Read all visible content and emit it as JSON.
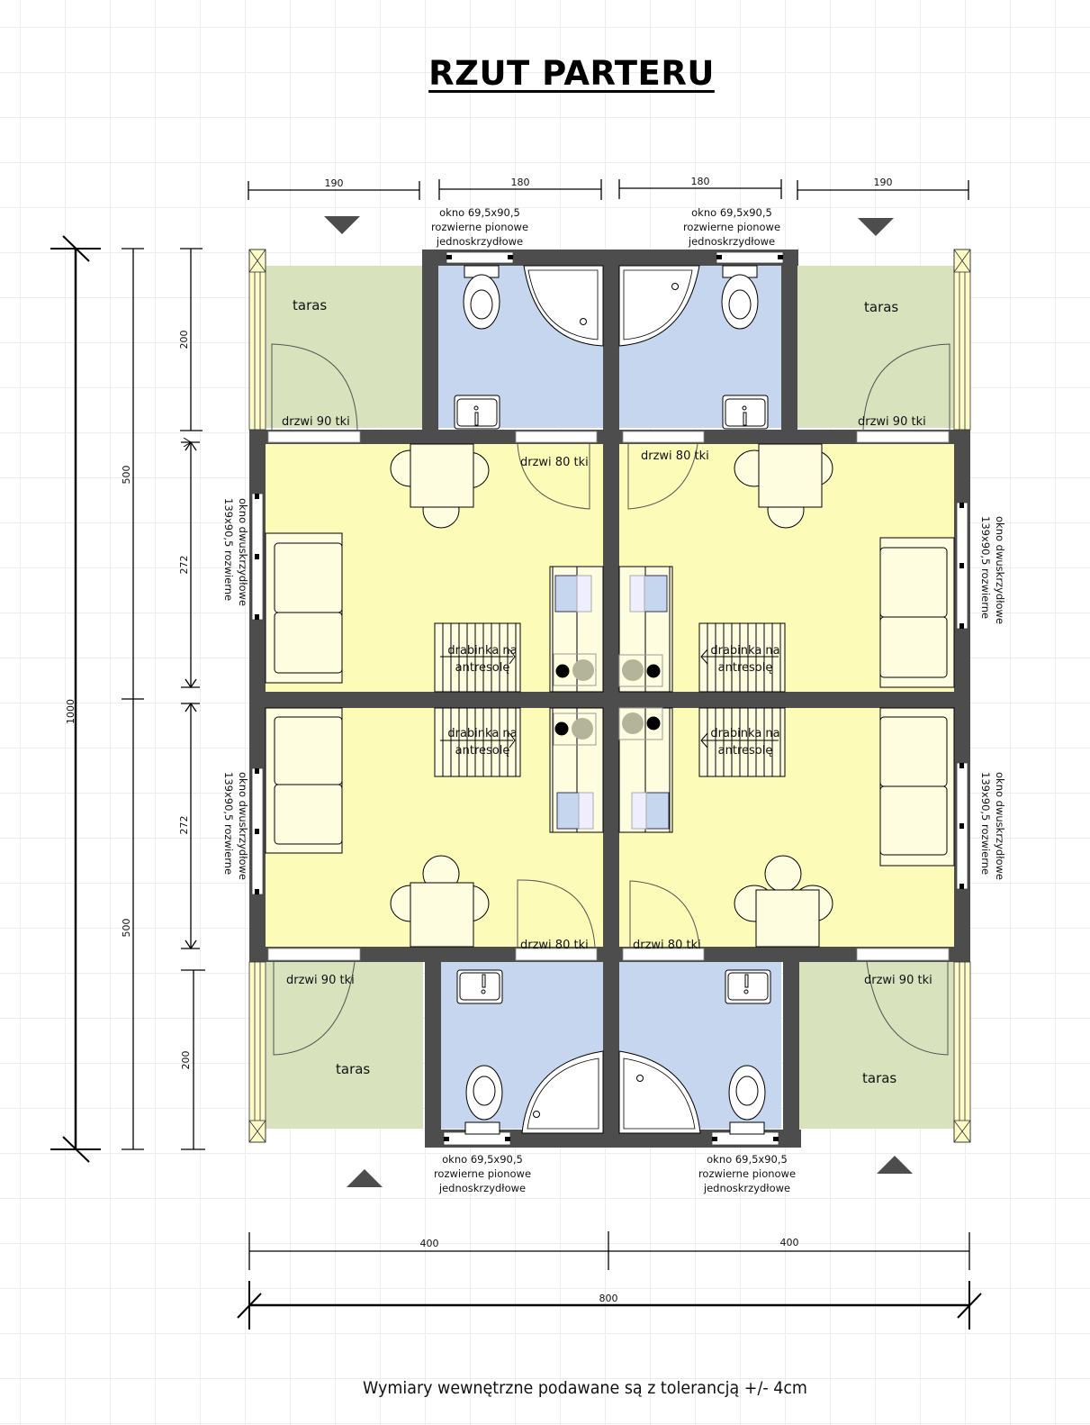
{
  "title": "RZUT PARTERU",
  "footnote": "Wymiary wewnętrzne podawane są z tolerancją +/- 4cm",
  "colors": {
    "wall": "#4d4d4d",
    "terrace": "#d8e2bd",
    "bathroom": "#c5d6ee",
    "living": "#fdfbb8",
    "furniture": "#fffde0",
    "arrow": "#4d4d4d"
  },
  "dimensions": {
    "top": [
      "190",
      "180",
      "180",
      "190"
    ],
    "bottom_halves": [
      "400",
      "400"
    ],
    "bottom_total": "800",
    "left_total": "1000",
    "left_halves": [
      "500",
      "500"
    ],
    "left_segments": [
      "200",
      "272",
      "272",
      "200"
    ]
  },
  "window_notes": {
    "bathroom_window": [
      "okno 69,5x90,5",
      "rozwierne pionowe",
      "jednoskrzydłowe"
    ],
    "side_window": [
      "okno dwuskrzydłowe",
      "139x90,5 rozwierne"
    ]
  },
  "rooms": {
    "terrace": "taras",
    "door_terrace": "drzwi 90 tki",
    "door_bathroom": "drzwi 80 tki",
    "ladder": [
      "drabinka na",
      "antresolę"
    ]
  },
  "units": [
    {
      "id": "top-left"
    },
    {
      "id": "top-right"
    },
    {
      "id": "bottom-left"
    },
    {
      "id": "bottom-right"
    }
  ]
}
